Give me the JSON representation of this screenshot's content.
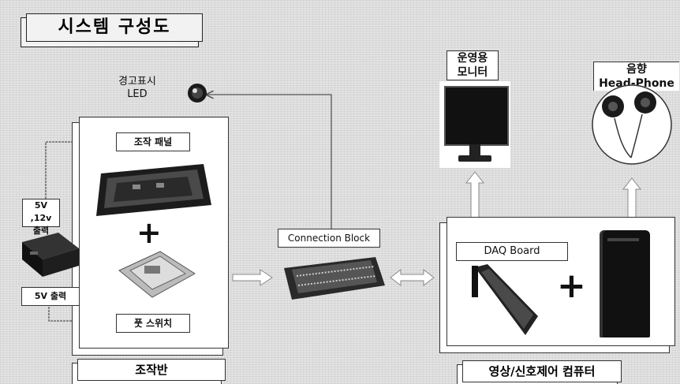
{
  "title": "시스템 구성도",
  "labels": {
    "warning_led": "경고표시",
    "warning_led_sub": "LED",
    "monitor_line1": "운영용",
    "monitor_line2": "모니터",
    "headphone_line1": "음향",
    "headphone_line2": "Head-Phone"
  },
  "left_panel": {
    "top_tag": "조작 패널",
    "bottom_tag": "풋 스위치",
    "footer": "조작반"
  },
  "power": {
    "out1_line1": "5V ,12v",
    "out1_line2": "출력",
    "out2": "5V 출력"
  },
  "connection_block": "Connection Block",
  "right_panel": {
    "daq": "DAQ Board",
    "footer": "영상/신호제어 컴퓨터"
  },
  "plus_sign": "+"
}
